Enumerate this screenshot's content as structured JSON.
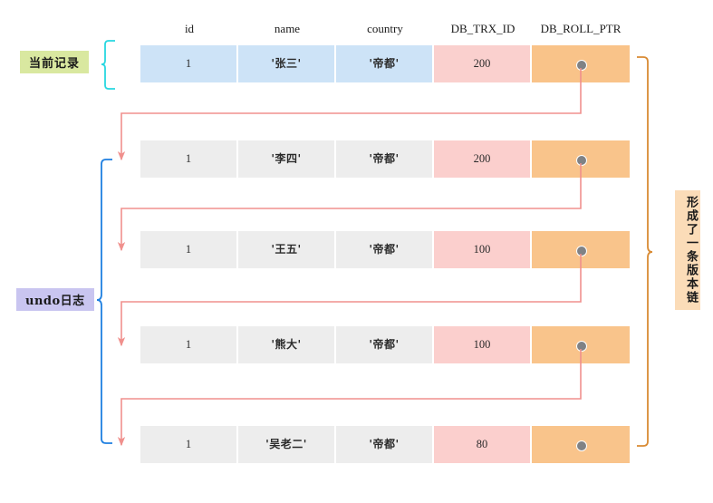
{
  "diagram": {
    "title_columns": [
      "id",
      "name",
      "country",
      "DB_TRX_ID",
      "DB_ROLL_PTR"
    ],
    "labels": {
      "current_record": "当前记录",
      "undo_log": "undo日志",
      "version_chain": "形成了一条版本链"
    },
    "colors": {
      "current_row_data": "#cde3f7",
      "undo_row_data": "#ededed",
      "trx_cell": "#fbcfcd",
      "roll_cell": "#f9c48b",
      "pointer_dot": "#808285",
      "arrow_pink": "#f0908d",
      "brace_teal": "#28d7e0",
      "brace_blue": "#1f7fe0",
      "brace_orange": "#d98b34",
      "label_current_bg": "#d9e8a0",
      "label_undo_bg": "#c9c5f0",
      "label_chain_bg": "#fbdcb8"
    },
    "rows": [
      {
        "kind": "current",
        "id": "1",
        "name": "'张三'",
        "country": "'帝都'",
        "db_trx_id": "200",
        "db_roll_ptr": "pointer-dot"
      },
      {
        "kind": "undo",
        "id": "1",
        "name": "'李四'",
        "country": "'帝都'",
        "db_trx_id": "200",
        "db_roll_ptr": "pointer-dot"
      },
      {
        "kind": "undo",
        "id": "1",
        "name": "'王五'",
        "country": "'帝都'",
        "db_trx_id": "100",
        "db_roll_ptr": "pointer-dot"
      },
      {
        "kind": "undo",
        "id": "1",
        "name": "'熊大'",
        "country": "'帝都'",
        "db_trx_id": "100",
        "db_roll_ptr": "pointer-dot"
      },
      {
        "kind": "undo",
        "id": "1",
        "name": "'吴老二'",
        "country": "'帝都'",
        "db_trx_id": "80",
        "db_roll_ptr": "pointer-dot"
      }
    ]
  }
}
